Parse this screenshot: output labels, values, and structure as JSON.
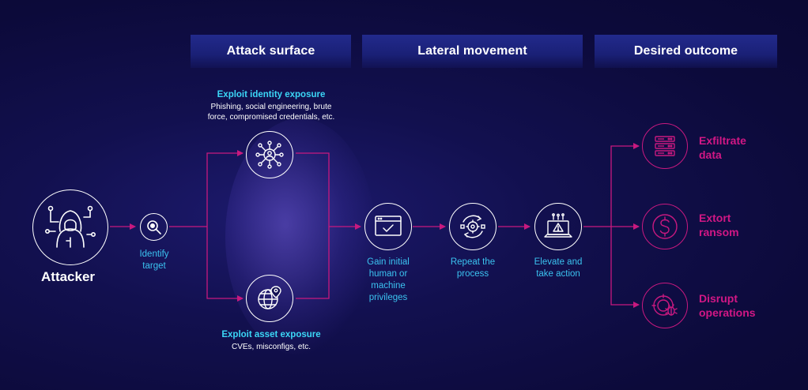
{
  "headers": {
    "attack_surface": "Attack surface",
    "lateral_movement": "Lateral movement",
    "desired_outcome": "Desired outcome"
  },
  "attacker": {
    "label": "Attacker",
    "icon": "hacker-icon"
  },
  "identify": {
    "label_line1": "Identify",
    "label_line2": "target",
    "icon": "search-icon"
  },
  "identity_exposure": {
    "title": "Exploit identity exposure",
    "desc_line1": "Phishing, social engineering,  brute",
    "desc_line2": "force, compromised credentials, etc.",
    "icon": "network-user-icon"
  },
  "asset_exposure": {
    "title": "Exploit asset exposure",
    "desc": "CVEs, misconfigs, etc.",
    "icon": "globe-location-icon"
  },
  "lateral": [
    {
      "lines": [
        "Gain initial",
        "human or",
        "machine",
        "privileges"
      ],
      "icon": "browser-check-icon"
    },
    {
      "lines": [
        "Repeat the",
        "process"
      ],
      "icon": "gear-cycle-icon"
    },
    {
      "lines": [
        "Elevate and",
        "take action"
      ],
      "icon": "laptop-warning-icon"
    }
  ],
  "outcomes": [
    {
      "line1": "Exfiltrate",
      "line2": "data",
      "icon": "server-icon"
    },
    {
      "line1": "Extort",
      "line2": "ransom",
      "icon": "dollar-icon"
    },
    {
      "line1": "Disrupt",
      "line2": "operations",
      "icon": "bug-target-icon"
    }
  ],
  "colors": {
    "accent_pink": "#c8197f",
    "accent_cyan": "#3bc3f0",
    "background": "#0c0a3a",
    "header": "#1d237e"
  }
}
